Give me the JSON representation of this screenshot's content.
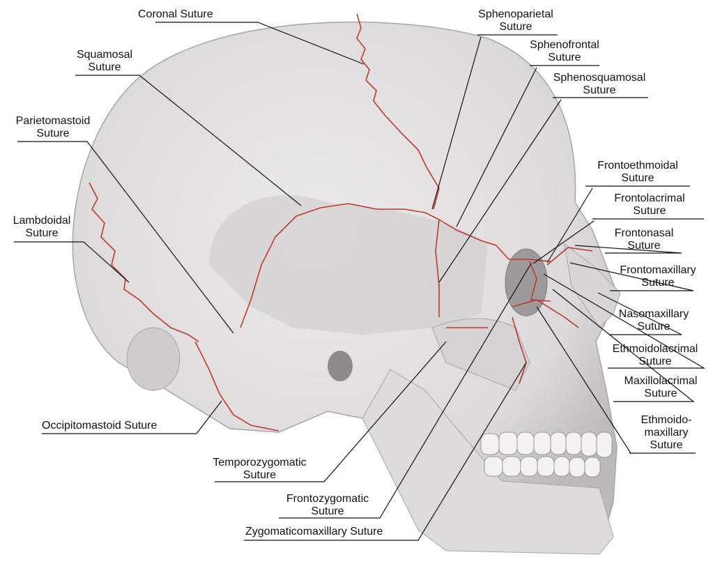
{
  "labels": {
    "coronal": [
      "Coronal Suture"
    ],
    "squamosal": [
      "Squamosal",
      "Suture"
    ],
    "parietomastoid": [
      "Parietomastoid",
      "Suture"
    ],
    "lambdoidal": [
      "Lambdoidal",
      "Suture"
    ],
    "occipitomastoid": [
      "Occipitomastoid Suture"
    ],
    "temporozygomatic": [
      "Temporozygomatic",
      "Suture"
    ],
    "frontozygomatic": [
      "Frontozygomatic",
      "Suture"
    ],
    "zygomaticomaxillary": [
      "Zygomaticomaxillary Suture"
    ],
    "sphenoparietal": [
      "Sphenoparietal",
      "Suture"
    ],
    "sphenofrontal": [
      "Sphenofrontal",
      "Suture"
    ],
    "sphenosquamosal": [
      "Sphenosquamosal",
      "Suture"
    ],
    "frontoethmoidal": [
      "Frontoethmoidal",
      "Suture"
    ],
    "frontolacrimal": [
      "Frontolacrimal",
      "Suture"
    ],
    "frontonasal": [
      "Frontonasal",
      "Suture"
    ],
    "frontomaxillary": [
      "Frontomaxillary",
      "Suture"
    ],
    "nasomaxillary": [
      "Nasomaxillary",
      "Suture"
    ],
    "ethmoidolacrimal": [
      "Ethmoidolacrimal",
      "Suture"
    ],
    "maxillolacrimal": [
      "Maxillolacrimal",
      "Suture"
    ],
    "ethmoidomaxillary": [
      "Ethmoido-",
      "maxillary",
      "Suture"
    ]
  },
  "colors": {
    "bone": "#e4e1e1",
    "bone_shadow": "#c9c6c7",
    "suture": "#c0392b",
    "leader": "#111111"
  }
}
